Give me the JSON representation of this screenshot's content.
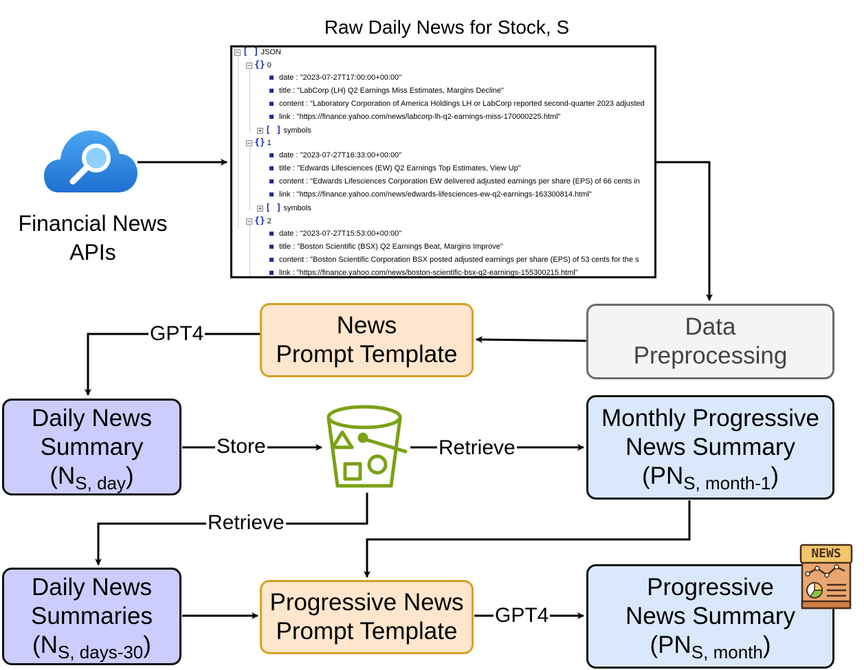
{
  "json_viewer": {
    "title": "Raw Daily News for Stock, S",
    "root_label": "JSON",
    "items": [
      {
        "index": "0",
        "date": "date : \"2023-07-27T17:00:00+00:00\"",
        "title": "title : \"LabCorp (LH) Q2 Earnings Miss Estimates, Margins Decline\"",
        "content": "content : \"Laboratory Corporation of America Holdings LH or LabCorp reported second-quarter 2023 adjusted",
        "link": "link : \"https://finance.yahoo.com/news/labcorp-lh-q2-earnings-miss-170000225.html\"",
        "symbols": "symbols"
      },
      {
        "index": "1",
        "date": "date : \"2023-07-27T16:33:00+00:00\"",
        "title": "title : \"Edwards Lifesciences (EW) Q2 Earnings Top Estimates, View Up\"",
        "content": "content : \"Edwards Lifesciences Corporation EW delivered adjusted earnings per share (EPS) of 66 cents in",
        "link": "link : \"https://finance.yahoo.com/news/edwards-lifesciences-ew-q2-earnings-163300814.html\"",
        "symbols": "symbols"
      },
      {
        "index": "2",
        "date": "date : \"2023-07-27T15:53:00+00:00\"",
        "title": "title : \"Boston Scientific (BSX) Q2 Earnings Beat, Margins Improve\"",
        "content": "content : \"Boston Scientific Corporation BSX posted adjusted earnings per share (EPS) of 53 cents for the s",
        "link": "link : \"https://finance.yahoo.com/news/boston-scientific-bsx-q2-earnings-155300215.html\""
      }
    ]
  },
  "nodes": {
    "api": {
      "line1": "Financial News",
      "line2": "APIs"
    },
    "preprocessing": {
      "line1": "Data",
      "line2": "Preprocessing"
    },
    "news_prompt": {
      "line1": "News",
      "line2": "Prompt Template"
    },
    "daily_summary": {
      "line1": "Daily News",
      "line2": "Summary",
      "sym": "(N",
      "sub": "S, day",
      "close": ")"
    },
    "monthly_summary": {
      "line1": "Monthly Progressive",
      "line2": "News Summary",
      "sym": "(PN",
      "sub": "S, month-1",
      "close": ")"
    },
    "daily_summaries": {
      "line1": "Daily News",
      "line2": "Summaries",
      "sym": "(N",
      "sub": "S, days-30",
      "close": ")"
    },
    "progressive_prompt": {
      "line1": "Progressive News",
      "line2": "Prompt Template"
    },
    "progressive_summary": {
      "line1": "Progressive",
      "line2": "News Summary",
      "sym": "(PN",
      "sub": "S, month",
      "close": ")"
    }
  },
  "edge_labels": {
    "gpt4_top": "GPT4",
    "store": "Store",
    "retrieve_right": "Retrieve",
    "retrieve_down": "Retrieve",
    "gpt4_bottom": "GPT4"
  },
  "news_badge": "NEWS",
  "colors": {
    "orange_fill": "#ffe6cc",
    "orange_border": "#d6a023",
    "gray_fill": "#f4f4f4",
    "purple_fill": "#ccccff",
    "blue_fill": "#dae8fc",
    "bucket": "#7aa116",
    "cloud": "#2d7fd9"
  }
}
